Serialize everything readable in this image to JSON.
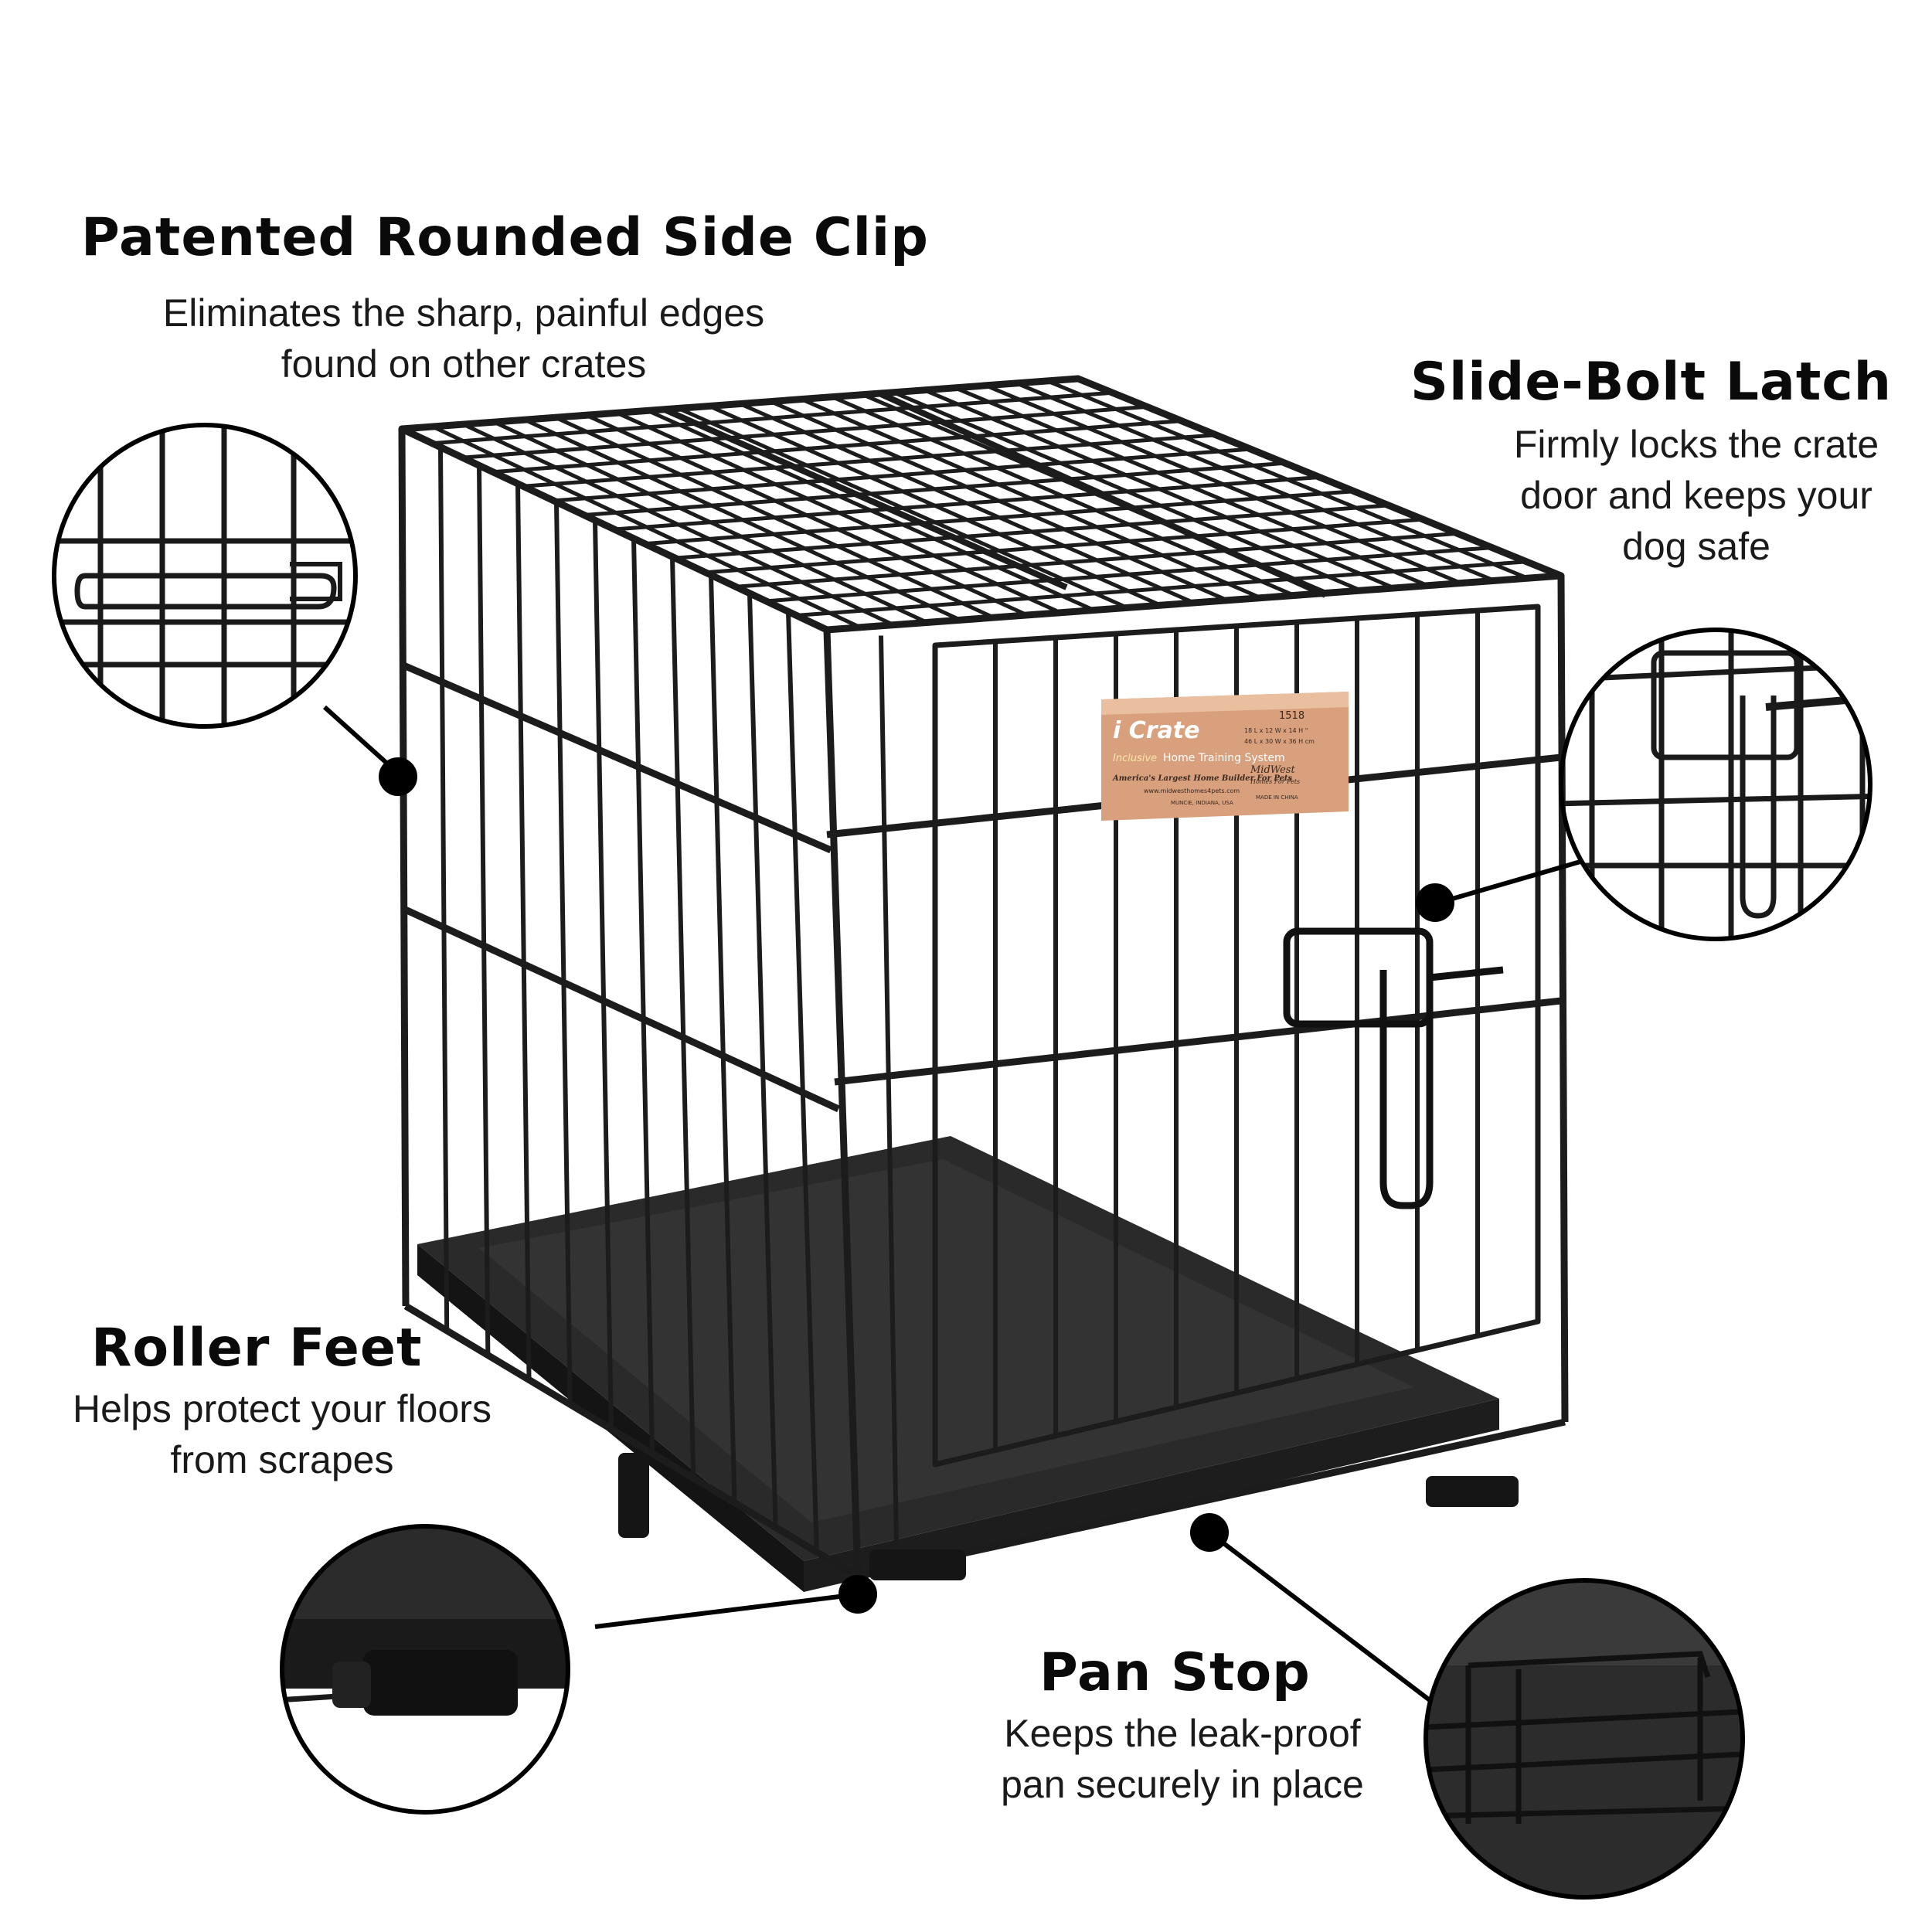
{
  "features": {
    "side_clip": {
      "title": "Patented Rounded Side Clip",
      "lines": [
        "Eliminates the sharp, painful edges",
        "found on other crates"
      ]
    },
    "latch": {
      "title": "Slide-Bolt Latch",
      "lines": [
        "Firmly locks the crate",
        "door and keeps your",
        "dog safe"
      ]
    },
    "roller_feet": {
      "title": "Roller Feet",
      "lines": [
        "Helps protect your floors",
        "from scrapes"
      ]
    },
    "pan_stop": {
      "title": "Pan Stop",
      "lines": [
        "Keeps the leak-proof",
        "pan securely in place"
      ]
    }
  },
  "product_label": {
    "brand": "i Crate",
    "model": "1518",
    "size_imperial": "18 L x 12 W x 14 H \"",
    "size_metric": "46 L x 30 W x 36 H cm",
    "tagline_1": "Inclusive",
    "tagline_2": "Home Training System",
    "slogan": "America's Largest Home Builder For Pets",
    "website": "www.midwesthomes4pets.com",
    "location": "MUNCIE, INDIANA, USA",
    "maker": "MidWest",
    "maker_sub": "Homes For Pets",
    "origin": "MADE IN CHINA"
  },
  "colors": {
    "wire": "#1c1c1c",
    "pan": "#2a2a2a",
    "label_bg": "#d9a07e",
    "text": "#111111"
  }
}
